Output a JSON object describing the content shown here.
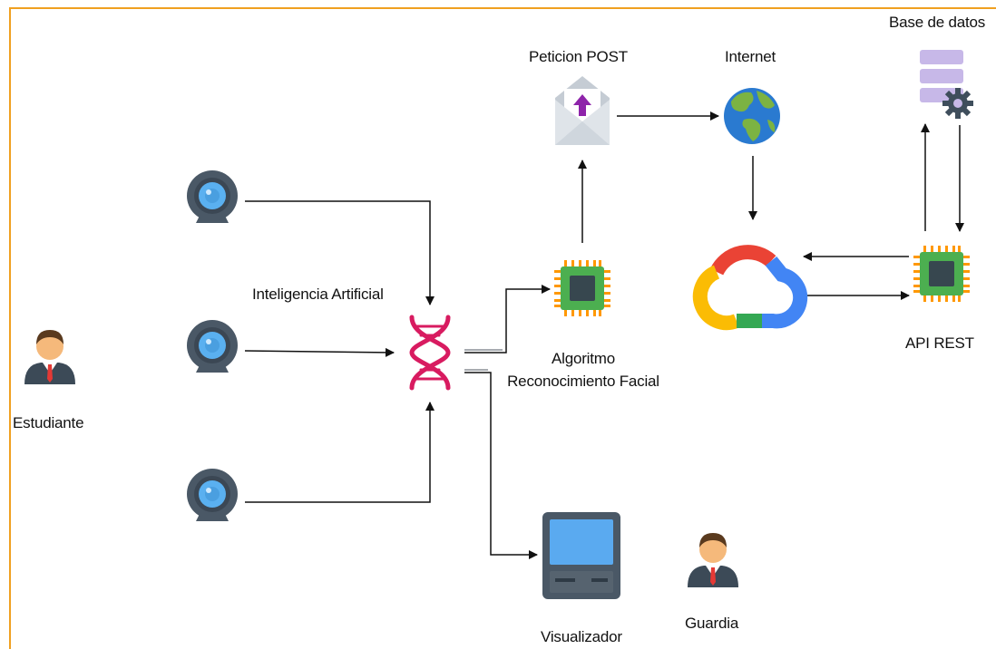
{
  "labels": {
    "student": "Estudiante",
    "ai": "Inteligencia Artificial",
    "post_request": "Peticion POST",
    "internet": "Internet",
    "database": "Base de datos",
    "algorithm_line1": "Algoritmo",
    "algorithm_line2": "Reconocimiento Facial",
    "api_rest": "API REST",
    "viewer": "Visualizador",
    "guard": "Guardia"
  },
  "colors": {
    "frame": "#f0a020",
    "camera_body": "#4a5866",
    "camera_lens": "#5ab0f0",
    "chip_green": "#4caf50",
    "chip_pins": "#ff9800",
    "dna": "#d81b60",
    "envelope": "#c5ccd4",
    "post_arrow": "#8e24aa",
    "globe_ocean": "#2a7ad0",
    "globe_land": "#7cb342",
    "db_stack": "#c7b8e8",
    "gear": "#3f4e5c",
    "monitor_screen": "#5aaaf0",
    "gcloud_red": "#ea4335",
    "gcloud_yellow": "#fbbc04",
    "gcloud_green": "#34a853",
    "gcloud_blue": "#4285f4"
  },
  "icons": [
    "webcam-icon",
    "webcam-icon",
    "webcam-icon",
    "person-icon",
    "dna-icon",
    "chip-icon",
    "envelope-upload-icon",
    "globe-icon",
    "google-cloud-icon",
    "chip-icon",
    "database-gear-icon",
    "monitor-icon",
    "person-icon"
  ]
}
